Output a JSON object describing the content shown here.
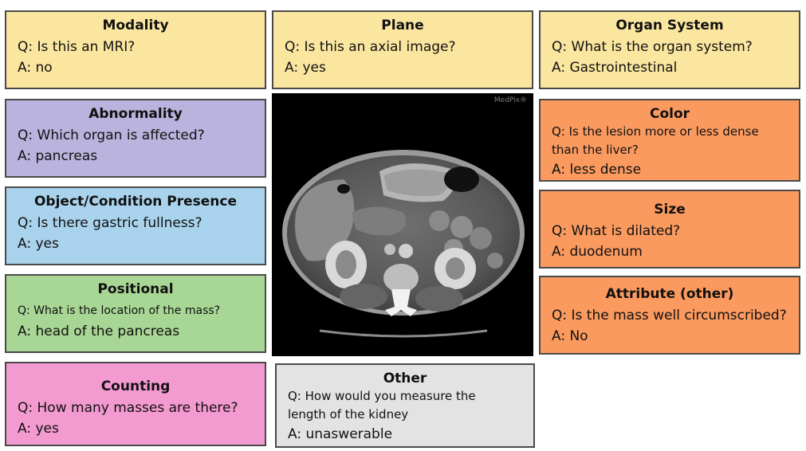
{
  "colors": {
    "yellow": "#fbe6a0",
    "purple": "#b9b3dd",
    "blue": "#a9d3ec",
    "green": "#a8d694",
    "pink": "#f39ad0",
    "orange": "#fb9a5f",
    "grey": "#e3e3e3"
  },
  "image": {
    "watermark": "MedPix®",
    "description_icon": "axial-abdominal-ct-scan"
  },
  "cards": {
    "modality": {
      "title": "Modality",
      "q": "Q: Is this an MRI?",
      "a": "A: no"
    },
    "plane": {
      "title": "Plane",
      "q": "Q: Is this an axial image?",
      "a": "A: yes"
    },
    "organ_system": {
      "title": "Organ System",
      "q": "Q: What is the organ system?",
      "a": "A: Gastrointestinal"
    },
    "abnormality": {
      "title": "Abnormality",
      "q": "Q: Which organ is affected?",
      "a": "A: pancreas"
    },
    "color": {
      "title": "Color",
      "q1": "Q: Is the lesion more or less dense",
      "q2": "than the liver?",
      "a": "A: less dense"
    },
    "presence": {
      "title": "Object/Condition Presence",
      "q": "Q: Is there gastric fullness?",
      "a": "A: yes"
    },
    "size": {
      "title": "Size",
      "q": "Q: What is dilated?",
      "a": "A: duodenum"
    },
    "positional": {
      "title": "Positional",
      "q": "Q: What is the location of the mass?",
      "a": "A: head of the pancreas"
    },
    "attribute": {
      "title": "Attribute (other)",
      "q": "Q: Is the mass well circumscribed?",
      "a": "A: No"
    },
    "counting": {
      "title": "Counting",
      "q": "Q: How many masses are there?",
      "a": "A: yes"
    },
    "other": {
      "title": "Other",
      "q1": "Q: How would you measure the",
      "q2": "length of the kidney",
      "a": "A: unaswerable"
    }
  }
}
